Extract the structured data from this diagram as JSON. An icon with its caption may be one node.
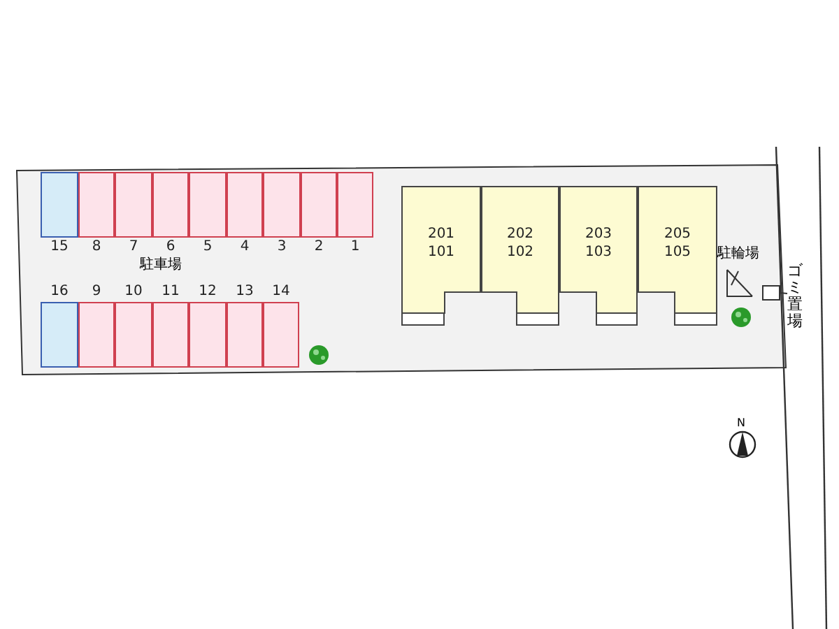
{
  "diagram": {
    "nodes": [
      {
        "text": [
          "15"
        ]
      },
      {
        "text": [
          "8"
        ]
      },
      {
        "text": [
          "7"
        ]
      },
      {
        "text": [
          "6"
        ]
      },
      {
        "text": [
          "5"
        ]
      },
      {
        "text": [
          "4"
        ]
      },
      {
        "text": [
          "3"
        ]
      },
      {
        "text": [
          "2"
        ]
      },
      {
        "text": [
          "1"
        ]
      },
      {
        "text": [
          "16"
        ]
      },
      {
        "text": [
          "9"
        ]
      },
      {
        "text": [
          "10"
        ]
      },
      {
        "text": [
          "11"
        ]
      },
      {
        "text": [
          "12"
        ]
      },
      {
        "text": [
          "13"
        ]
      },
      {
        "text": [
          "14"
        ]
      },
      {
        "text": [
          "201 101"
        ]
      },
      {
        "text": [
          "202 102"
        ]
      },
      {
        "text": [
          "203 103"
        ]
      },
      {
        "text": [
          "205 105"
        ]
      },
      {
        "text": [
          "駐輪場"
        ]
      },
      {
        "text": [],
        "shape": "box"
      },
      {
        "text": [
          "ゴミ置場"
        ]
      }
    ],
    "edges": [
      {
        "from": 22,
        "to": 21,
        "arrow": "none"
      }
    ],
    "labels": [
      "駐車場",
      "N"
    ]
  }
}
